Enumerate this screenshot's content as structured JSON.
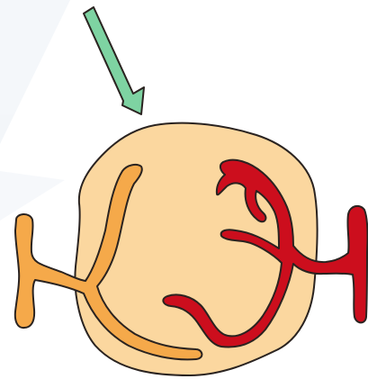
{
  "diagram": {
    "type": "illustration",
    "labels": []
  },
  "colors": {
    "background": "#ffffff",
    "watermark": "#eef2f7",
    "mass_fill": "#fbd79f",
    "mass_outline": "#2a2320",
    "orange_vessel": "#f5a94a",
    "red_vessel": "#cc0e1d",
    "arrow": "#7ed3a2"
  },
  "icons": {
    "arrow": "down-right-arrow-icon",
    "mass": "rounded-mass-shape",
    "left_vessel": "orange-vessel-shape",
    "right_vessel": "red-vessel-shape"
  }
}
